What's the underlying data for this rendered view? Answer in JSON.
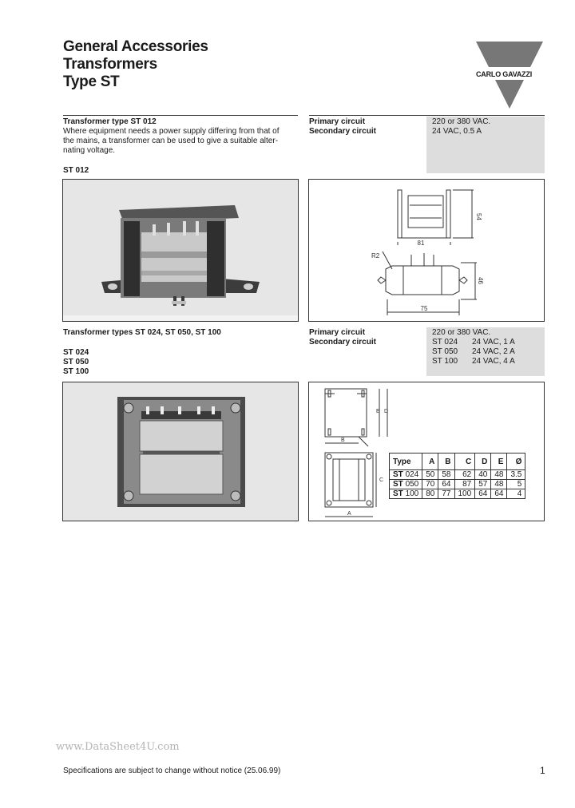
{
  "header": {
    "title_lines": [
      "General Accessories",
      "Transformers",
      "Type ST"
    ],
    "logo_text": "CARLO GAVAZZI"
  },
  "section1": {
    "heading": "Transformer type ST 012",
    "description_lines": [
      "Where equipment needs a power supply differing from that of",
      "the mains, a transformer can be used to give a suitable alter-",
      "nating voltage."
    ],
    "model_label": "ST 012",
    "primary_label": "Primary circuit",
    "secondary_label": "Secondary circuit",
    "primary_value": "220 or 380 VAC.",
    "secondary_value": "24 VAC, 0.5 A",
    "drawing_labels": {
      "dim_top_width": "81",
      "dim_top_height": "54",
      "dim_hole": "R2",
      "dim_bottom_width": "75",
      "dim_bottom_height": "46"
    }
  },
  "section2": {
    "heading": "Transformer types ST 024, ST 050, ST 100",
    "models": [
      "ST 024",
      "ST 050",
      "ST 100"
    ],
    "primary_label": "Primary circuit",
    "secondary_label": "Secondary circuit",
    "primary_value": "220 or 380 VAC.",
    "secondary_rows": [
      {
        "model": "ST 024",
        "value": "24 VAC, 1 A"
      },
      {
        "model": "ST 050",
        "value": "24 VAC, 2 A"
      },
      {
        "model": "ST 100",
        "value": "24 VAC, 4 A"
      }
    ],
    "drawing_labels": {
      "e": "E",
      "d": "D",
      "c": "C",
      "b": "B",
      "a": "A"
    },
    "table": {
      "headers": [
        "Type",
        "A",
        "B",
        "C",
        "D",
        "E",
        "Ø"
      ],
      "rows": [
        {
          "type_prefix": "ST",
          "type_num": "024",
          "values": [
            "50",
            "58",
            "62",
            "40",
            "48",
            "3.5"
          ]
        },
        {
          "type_prefix": "ST",
          "type_num": "050",
          "values": [
            "70",
            "64",
            "87",
            "57",
            "48",
            "5"
          ]
        },
        {
          "type_prefix": "ST",
          "type_num": "100",
          "values": [
            "80",
            "77",
            "100",
            "64",
            "64",
            "4"
          ]
        }
      ]
    }
  },
  "watermark": "www.DataSheet4U.com",
  "footer": {
    "notice": "Specifications are subject to change without notice (25.06.99)",
    "page_number": "1"
  }
}
